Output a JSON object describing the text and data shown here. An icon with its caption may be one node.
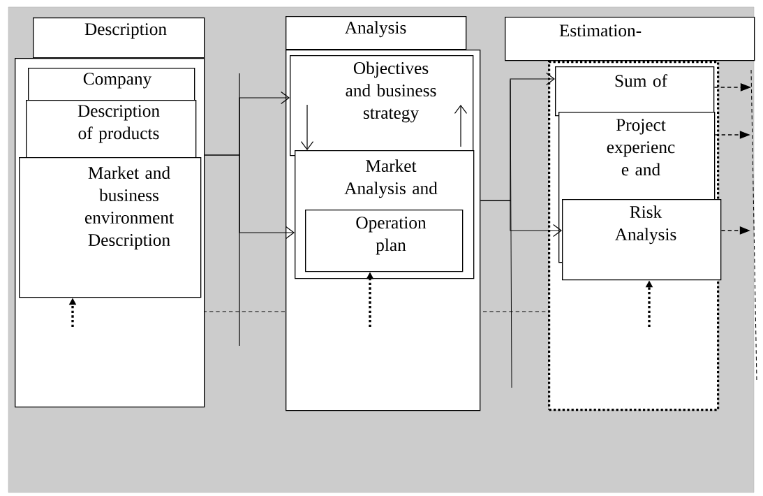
{
  "diagram": {
    "nodes": [
      {
        "text": [
          "Description"
        ]
      },
      {
        "text": [],
        "shape": "box"
      },
      {
        "text": [
          "Company"
        ],
        "in": 1
      },
      {
        "text": [
          "Description of products"
        ],
        "in": 1
      },
      {
        "text": [
          "Market and business environment Description"
        ],
        "in": 1
      },
      {
        "text": [
          "Analysis"
        ]
      },
      {
        "text": [],
        "shape": "box"
      },
      {
        "text": [
          "Objectives and business strategy"
        ],
        "in": 6
      },
      {
        "text": [
          "Market Analysis and"
        ],
        "in": 6
      },
      {
        "text": [
          "Operation plan"
        ],
        "in": 8
      },
      {
        "text": [
          "Estimation-"
        ]
      },
      {
        "text": [],
        "shape": "box"
      },
      {
        "text": [
          "Sum of"
        ],
        "in": 11
      },
      {
        "text": [
          "Project experienc e and"
        ],
        "in": 11
      },
      {
        "text": [
          "Risk Analysis"
        ],
        "in": 11
      }
    ],
    "edges": [
      {
        "from": 1,
        "to": 7,
        "arrow": "to"
      },
      {
        "from": 1,
        "to": 8,
        "arrow": "to"
      },
      {
        "from": 6,
        "to": 12,
        "arrow": "to"
      },
      {
        "from": 6,
        "to": 14,
        "arrow": "to"
      },
      {
        "from": 7,
        "to": 8,
        "arrow": "to"
      },
      {
        "from": 8,
        "to": 7,
        "arrow": "to"
      },
      {
        "from": null,
        "to": 4,
        "arrow": "to",
        "style": "dashed"
      },
      {
        "from": null,
        "to": 9,
        "arrow": "to",
        "style": "dashed"
      },
      {
        "from": null,
        "to": 14,
        "arrow": "to",
        "style": "dashed"
      },
      {
        "from": 12,
        "to": null,
        "arrow": "to",
        "style": "dashed"
      },
      {
        "from": 13,
        "to": null,
        "arrow": "to",
        "style": "dashed"
      },
      {
        "from": 14,
        "to": null,
        "arrow": "to",
        "style": "dashed"
      }
    ]
  }
}
